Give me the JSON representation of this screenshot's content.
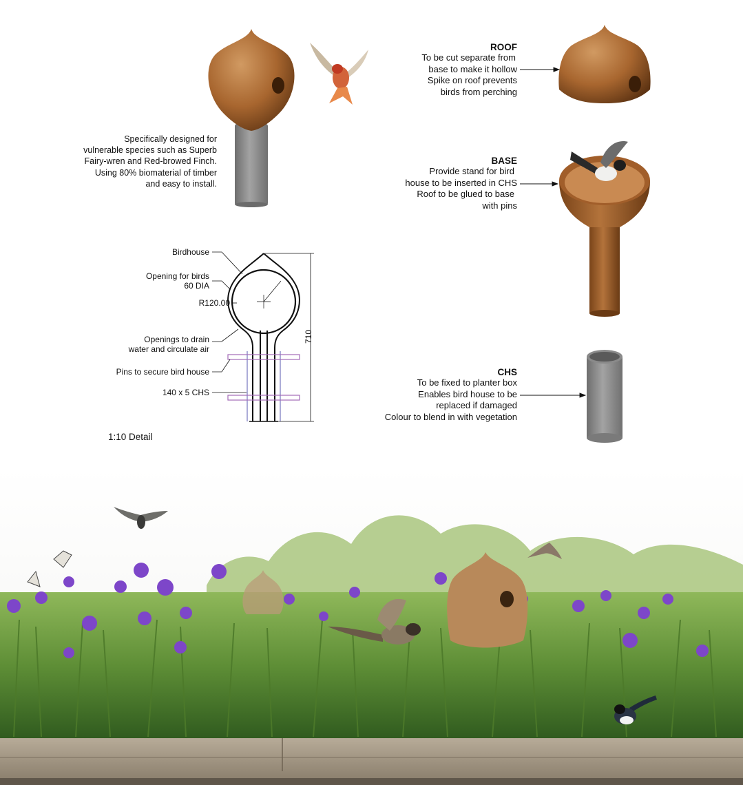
{
  "description": "Specifically designed for vulnerable species such as Superb Fairy-wren and Red-browed Finch. Using 80% biomaterial of timber and easy to install.",
  "parts": {
    "roof": {
      "title": "ROOF",
      "lines": [
        "To be cut separate from",
        "base to make it hollow",
        "Spike on roof prevents",
        "birds from perching"
      ]
    },
    "base": {
      "title": "BASE",
      "lines": [
        "Provide stand for bird",
        "house to be inserted in CHS",
        "Roof to be glued to base",
        "with pins"
      ]
    },
    "chs": {
      "title": "CHS",
      "lines": [
        "To be fixed to planter box",
        "Enables bird house to be",
        "replaced if damaged",
        "Colour to blend in with vegetation"
      ]
    }
  },
  "detail": {
    "labels": {
      "birdhouse": "Birdhouse",
      "opening_line1": "Opening for birds",
      "opening_line2": "60 DIA",
      "radius": "R120.00",
      "drain_line1": "Openings to drain",
      "drain_line2": "water and circulate air",
      "pins": "Pins to secure bird house",
      "chs_size": "140 x 5 CHS"
    },
    "height_dim": "710",
    "scale": "1:10 Detail"
  },
  "colors": {
    "timber": "#a8662f",
    "timber_dark": "#5e3413",
    "steel": "#8f8f8f",
    "pin": "#a46ab8",
    "flower": "#7d46c9",
    "grass": "#5e8e36",
    "planter": "#9b8e7c"
  }
}
